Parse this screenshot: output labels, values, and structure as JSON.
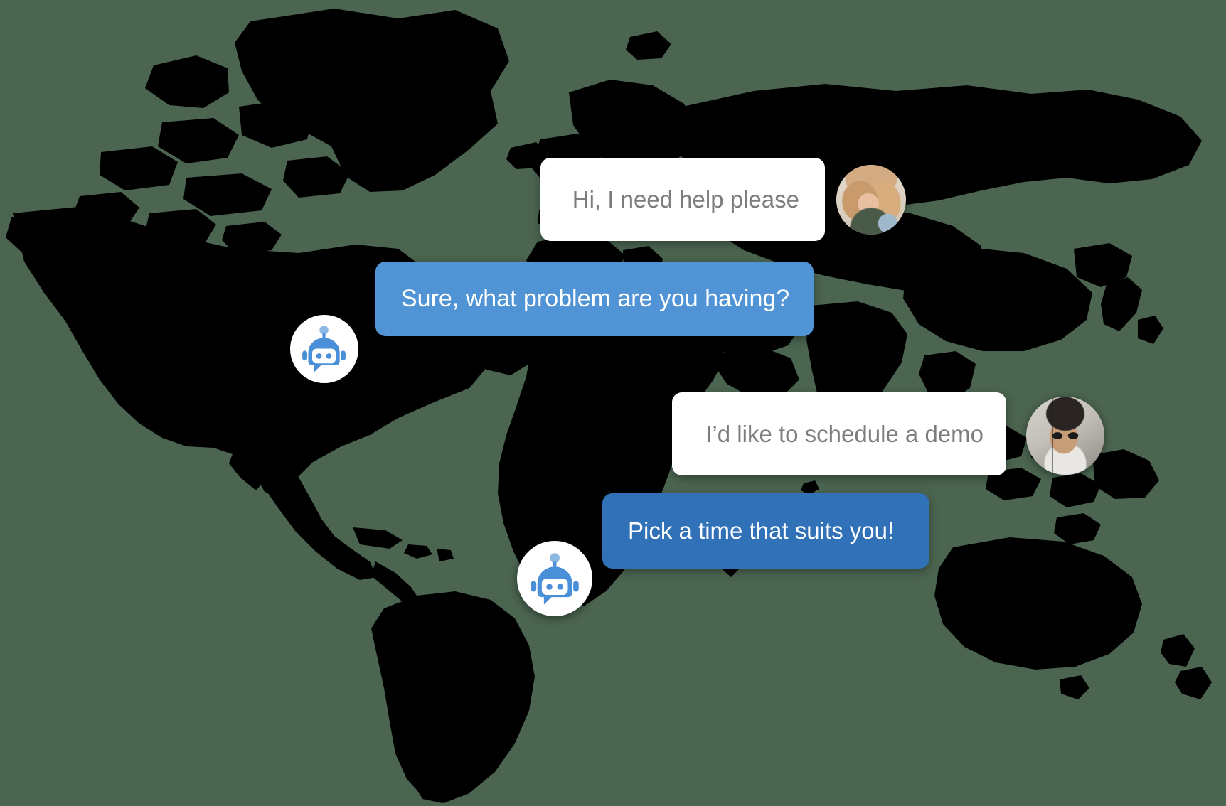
{
  "scene": {
    "name": "chatbot-world-map-hero",
    "background_color": "#4b6550",
    "map_color": "#000000"
  },
  "palette": {
    "bot_bubble_light": "#5194d6",
    "bot_bubble_dark": "#3071b8",
    "user_bubble": "#ffffff",
    "user_text": "#7d7d7d",
    "bot_text": "#ffffff",
    "bot_avatar_bg": "#ffffff",
    "bot_robot_color": "#4a90d9"
  },
  "conversation": {
    "messages": [
      {
        "id": "msg-1",
        "sender": "user",
        "text": "Hi, I need help please",
        "avatar_name": "avatar-woman",
        "avatar_side": "right"
      },
      {
        "id": "msg-2",
        "sender": "bot",
        "text": "Sure, what problem are you having?",
        "avatar_name": "bot-avatar-1",
        "avatar_side": "left"
      },
      {
        "id": "msg-3",
        "sender": "user",
        "text": "I’d like to schedule a demo",
        "avatar_name": "avatar-man",
        "avatar_side": "right"
      },
      {
        "id": "msg-4",
        "sender": "bot",
        "text": "Pick a time that suits you!",
        "avatar_name": "bot-avatar-2",
        "avatar_side": "left"
      }
    ]
  },
  "icons": {
    "bot_1": "robot-icon",
    "bot_2": "robot-icon",
    "avatar_woman": "user-avatar-photo",
    "avatar_man": "user-avatar-photo"
  }
}
